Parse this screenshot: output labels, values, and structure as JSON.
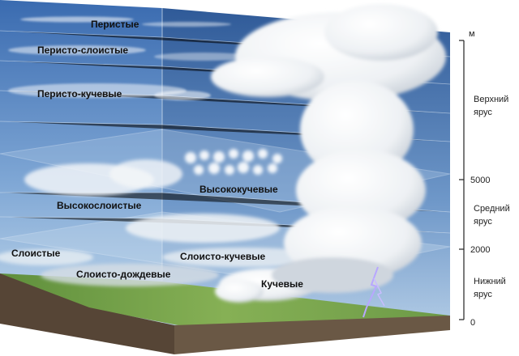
{
  "cloud_labels": {
    "cirrus": "Перистые",
    "cirrostratus": "Перисто-слоистые",
    "cirrocumulus": "Перисто-кучевые",
    "altocumulus": "Высококучевые",
    "altostratus": "Высокослоистые",
    "stratus": "Слоистые",
    "stratocumulus": "Слоисто-кучевые",
    "nimbostratus": "Слоисто-дождевые",
    "cumulus": "Кучевые"
  },
  "scale": {
    "unit": "м",
    "marks": [
      "5000",
      "2000",
      "0"
    ],
    "tiers": {
      "upper": [
        "Верхний",
        "ярус"
      ],
      "middle": [
        "Средний",
        "ярус"
      ],
      "lower": [
        "Нижний",
        "ярус"
      ]
    }
  },
  "colors": {
    "sky_top": "#3d6fb3",
    "sky_bottom": "#b9d3ea",
    "ground": "#6e9e46",
    "earth": "#5a4a3a",
    "cloud": "#f4f6f8",
    "lightning": "#b8a7ff"
  }
}
